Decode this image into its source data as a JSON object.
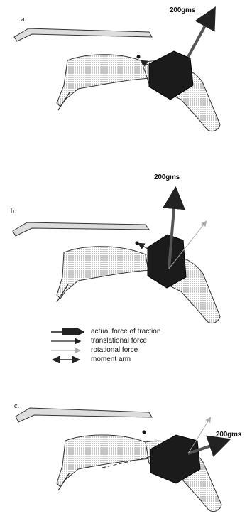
{
  "panels": [
    {
      "id": "a",
      "label": "a.",
      "force_label": "200gms"
    },
    {
      "id": "b",
      "label": "b.",
      "force_label": "200gms"
    },
    {
      "id": "c",
      "label": "c.",
      "force_label": "200gms"
    }
  ],
  "legend": {
    "actual_force": "actual force of traction",
    "translational_force": "translational force",
    "rotational_force": "rotational force",
    "moment_arm": "moment arm"
  }
}
